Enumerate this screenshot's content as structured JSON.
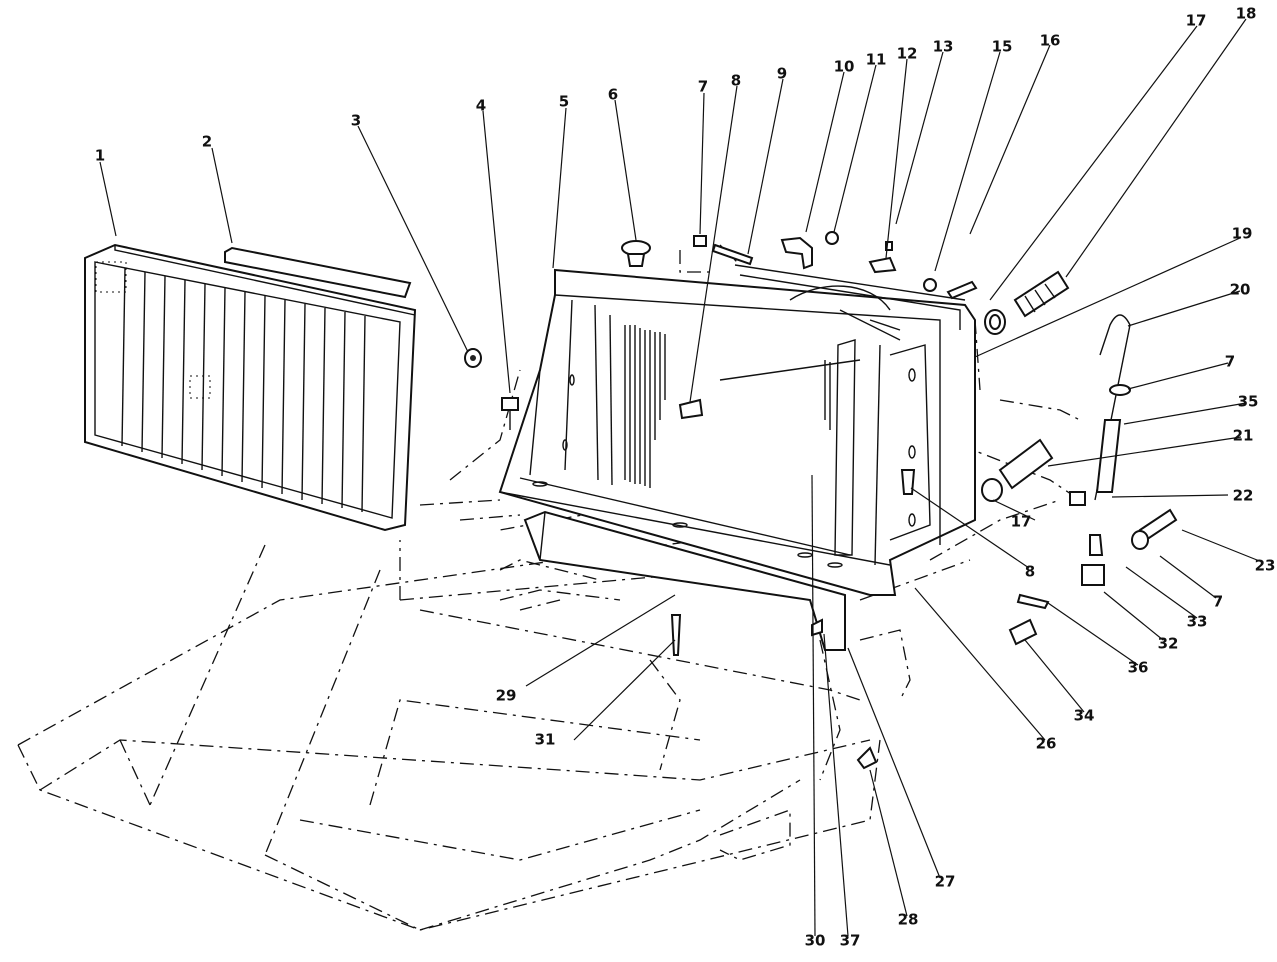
{
  "callouts": [
    {
      "label": "1"
    },
    {
      "label": "2"
    },
    {
      "label": "3"
    },
    {
      "label": "4"
    },
    {
      "label": "5"
    },
    {
      "label": "6"
    },
    {
      "label": "7"
    },
    {
      "label": "8"
    },
    {
      "label": "9"
    },
    {
      "label": "10"
    },
    {
      "label": "11"
    },
    {
      "label": "12"
    },
    {
      "label": "13"
    },
    {
      "label": "15"
    },
    {
      "label": "16"
    },
    {
      "label": "17"
    },
    {
      "label": "18"
    },
    {
      "label": "19"
    },
    {
      "label": "20"
    },
    {
      "label": "7"
    },
    {
      "label": "35"
    },
    {
      "label": "21"
    },
    {
      "label": "22"
    },
    {
      "label": "23"
    },
    {
      "label": "7"
    },
    {
      "label": "33"
    },
    {
      "label": "32"
    },
    {
      "label": "36"
    },
    {
      "label": "34"
    },
    {
      "label": "8"
    },
    {
      "label": "17"
    },
    {
      "label": "26"
    },
    {
      "label": "27"
    },
    {
      "label": "28"
    },
    {
      "label": "37"
    },
    {
      "label": "30"
    },
    {
      "label": "31"
    },
    {
      "label": "29"
    }
  ]
}
